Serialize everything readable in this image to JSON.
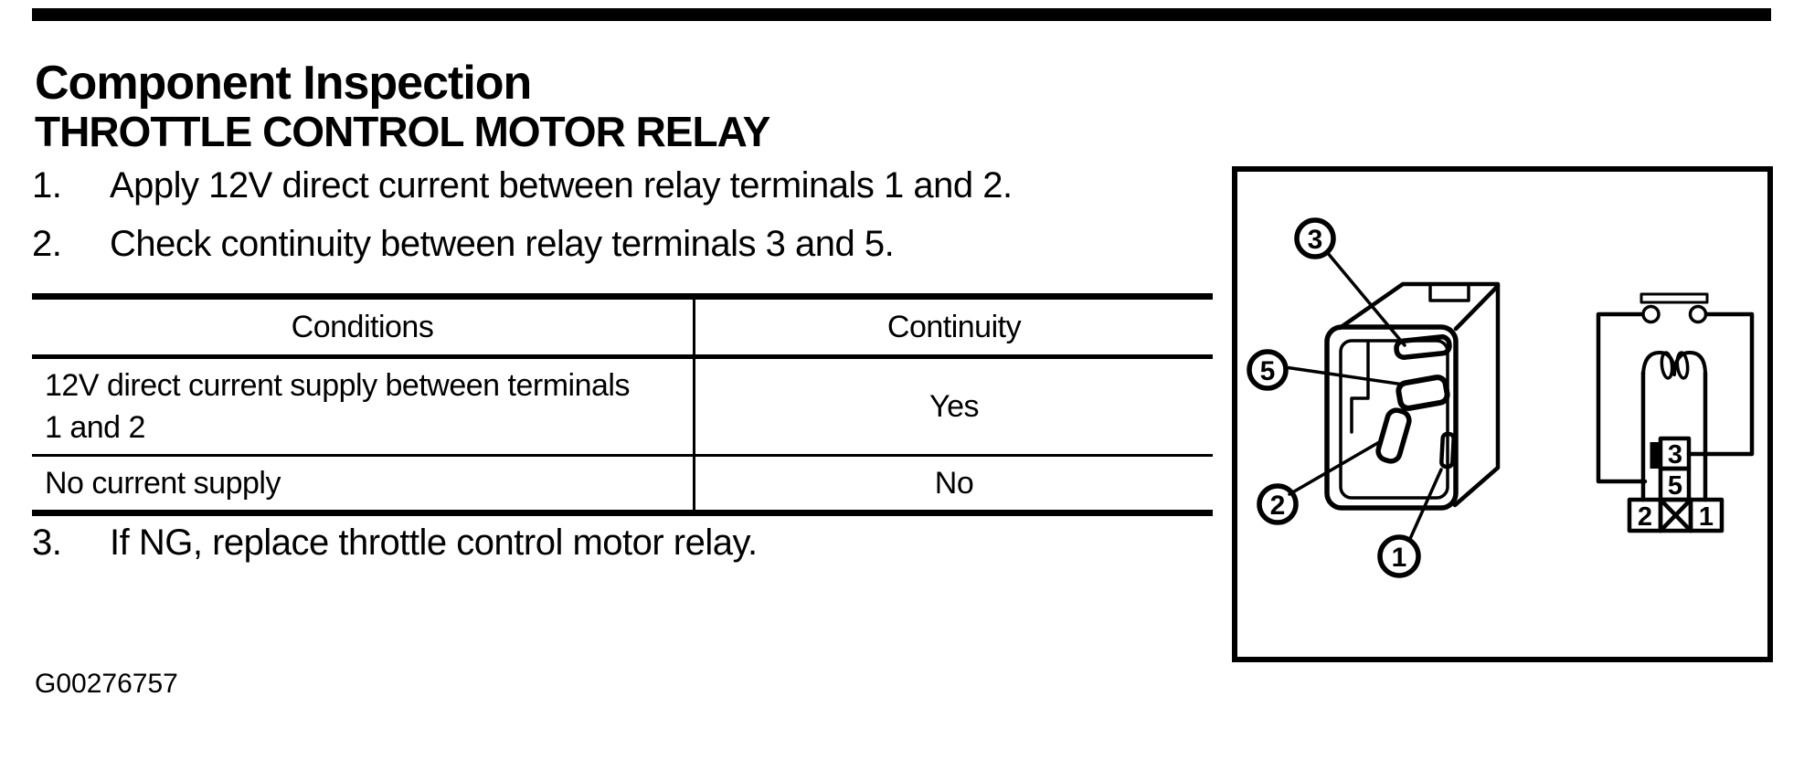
{
  "page": {
    "title": "Component Inspection",
    "subtitle": "THROTTLE CONTROL MOTOR RELAY",
    "figure_id": "G00276757"
  },
  "steps": [
    {
      "num": "1.",
      "text": "Apply 12V direct current between relay terminals 1 and 2."
    },
    {
      "num": "2.",
      "text": "Check continuity between relay terminals 3 and 5."
    },
    {
      "num": "3.",
      "text": "If NG, replace throttle control motor relay."
    }
  ],
  "table": {
    "headers": [
      "Conditions",
      "Continuity"
    ],
    "rows": [
      {
        "condition_line1": "12V direct current supply between terminals",
        "condition_line2": "1 and 2",
        "continuity": "Yes"
      },
      {
        "condition": "No current supply",
        "continuity": "No"
      }
    ]
  },
  "figure": {
    "callouts": [
      "3",
      "5",
      "2",
      "1"
    ],
    "schematic": {
      "terminal_3": "3",
      "terminal_5": "5",
      "terminal_2": "2",
      "terminal_1": "1"
    }
  },
  "colors": {
    "ink": "#000000",
    "paper": "#ffffff"
  }
}
